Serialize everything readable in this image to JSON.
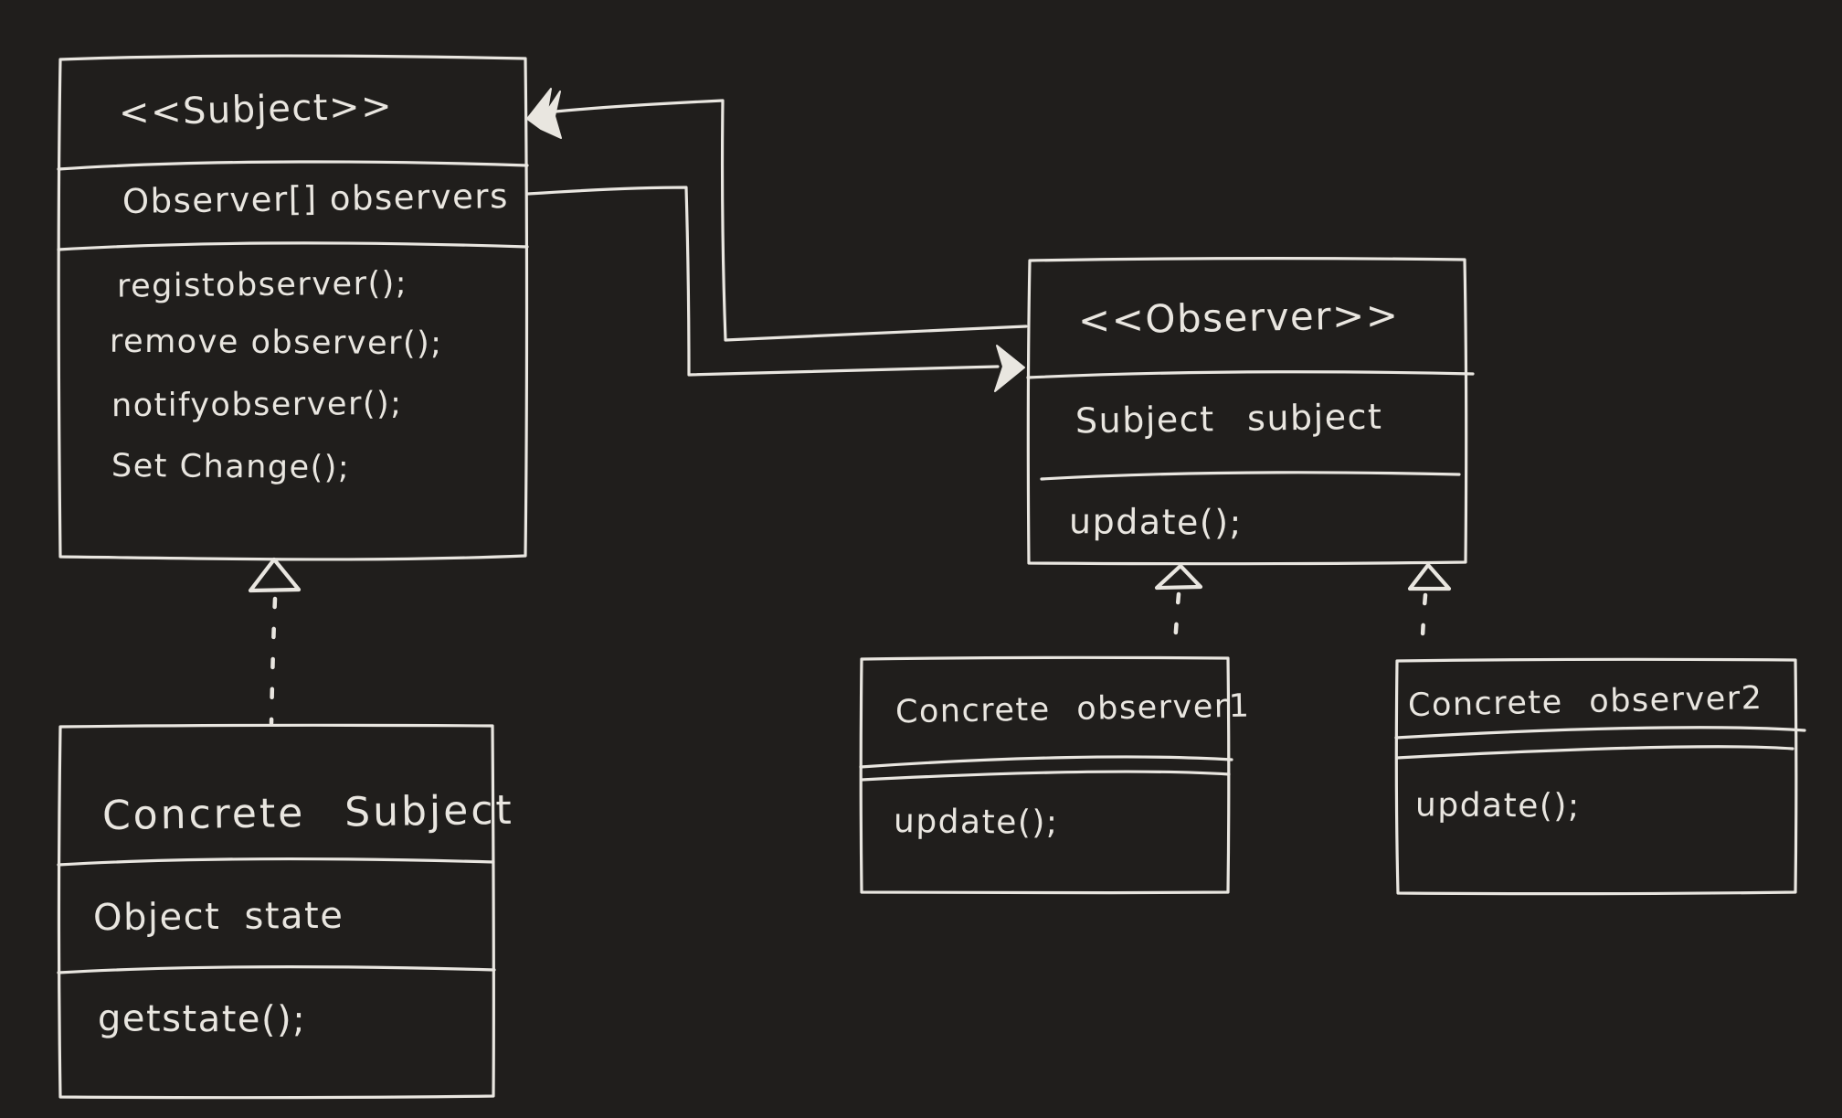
{
  "colors": {
    "background": "#201e1c",
    "ink": "#e9e6e0"
  },
  "diagram": {
    "subject_interface": {
      "stereotype": "<<Subject>>",
      "attribute": "Observer[] observers",
      "methods": [
        "registobserver();",
        "remove observer();",
        "notifyobserver();",
        "Set Change();"
      ]
    },
    "observer_interface": {
      "stereotype": "<<Observer>>",
      "attribute": "Subject subject",
      "method": "update();"
    },
    "concrete_subject": {
      "title": "Concrete Subject",
      "attribute": "Object state",
      "method": "getstate();"
    },
    "concrete_observer1": {
      "title": "Concrete observer1",
      "method": "update();"
    },
    "concrete_observer2": {
      "title": "Concrete observer2",
      "method": "update();"
    }
  }
}
